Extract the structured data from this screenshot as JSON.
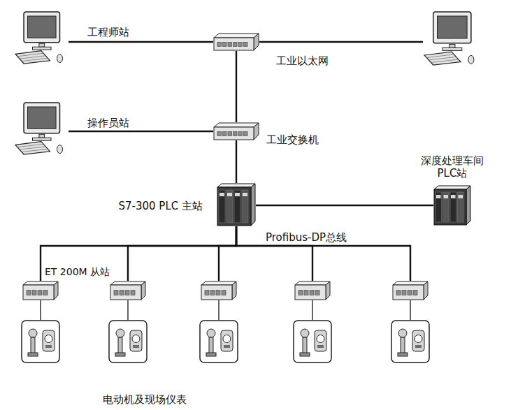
{
  "diagram": {
    "nodes": [
      {
        "text": [
          "工程师站"
        ]
      },
      {
        "text": []
      },
      {
        "text": []
      },
      {
        "text": [
          "操作员站"
        ]
      },
      {
        "text": [
          "工业交换机"
        ]
      },
      {
        "text": [
          "S7-300 PLC 主站"
        ]
      },
      {
        "text": [
          "深度处理车间 PLC站"
        ]
      },
      {
        "text": [
          "ET 200M 从站"
        ]
      },
      {
        "text": []
      },
      {
        "text": []
      },
      {
        "text": []
      },
      {
        "text": []
      },
      {
        "text": []
      },
      {
        "text": []
      },
      {
        "text": []
      },
      {
        "text": []
      },
      {
        "text": []
      }
    ],
    "edges": [
      {
        "from": 0,
        "to": 1,
        "arrow": "none"
      },
      {
        "from": 1,
        "to": 2,
        "arrow": "none"
      },
      {
        "from": 1,
        "to": 4,
        "arrow": "none"
      },
      {
        "from": 3,
        "to": 4,
        "arrow": "none"
      },
      {
        "from": 4,
        "to": 5,
        "arrow": "none"
      },
      {
        "from": 5,
        "to": 6,
        "arrow": "none"
      },
      {
        "from": 5,
        "to": 7,
        "arrow": "none"
      },
      {
        "from": 5,
        "to": 8,
        "arrow": "none"
      },
      {
        "from": 5,
        "to": 9,
        "arrow": "none"
      },
      {
        "from": 5,
        "to": 10,
        "arrow": "none"
      },
      {
        "from": 5,
        "to": 11,
        "arrow": "none"
      },
      {
        "from": 7,
        "to": 12,
        "arrow": "none"
      },
      {
        "from": 8,
        "to": 13,
        "arrow": "none"
      },
      {
        "from": 9,
        "to": 14,
        "arrow": "none"
      },
      {
        "from": 10,
        "to": 15,
        "arrow": "none"
      },
      {
        "from": 11,
        "to": 16,
        "arrow": "none"
      }
    ],
    "labels": [
      "工业以太网",
      "Profibus-DP总线",
      "电动机及现场仪表"
    ]
  }
}
